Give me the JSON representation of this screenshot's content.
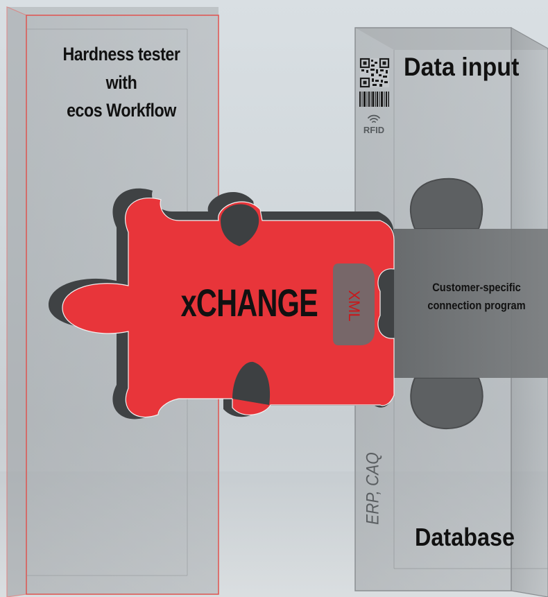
{
  "left_box": {
    "title_lines": [
      "Hardness tester",
      "with",
      "ecos Workflow"
    ]
  },
  "right_box": {
    "top_label": "Data input",
    "bottom_label": "Database",
    "side_label": "ERP, CAQ",
    "rfid_label": "RFID",
    "program_lines": [
      "Customer-specific",
      "connection program"
    ]
  },
  "puzzle": {
    "main_label": "xCHANGE",
    "connector_label": "XML"
  },
  "colors": {
    "puzzle_red": "#e8353a",
    "puzzle_grey": "#6b6e70",
    "box_edge_left": "#e0524e",
    "text_dark": "#111111",
    "xml_red": "#c8181c"
  },
  "icons": [
    "qr-code-icon",
    "barcode-icon",
    "rfid-wireless-icon"
  ]
}
